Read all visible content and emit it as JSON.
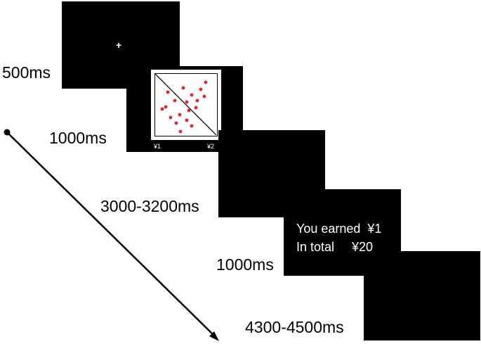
{
  "timeline": {
    "frames": [
      {
        "duration": "500ms",
        "content": "fixation",
        "fixation_symbol": "+"
      },
      {
        "duration": "1000ms",
        "content": "dot-stimulus",
        "left_option": "¥1",
        "right_option": "¥2",
        "dot_color": "#e8222a"
      },
      {
        "duration": "3000-3200ms",
        "content": "blank"
      },
      {
        "duration": "1000ms",
        "content": "feedback",
        "line1": "You earned  ¥1",
        "line2": "In total     ¥20"
      },
      {
        "duration": "4300-4500ms",
        "content": "blank"
      }
    ]
  },
  "colors": {
    "screen": "#000000",
    "background": "#ffffff",
    "dots": "#e8222a"
  }
}
